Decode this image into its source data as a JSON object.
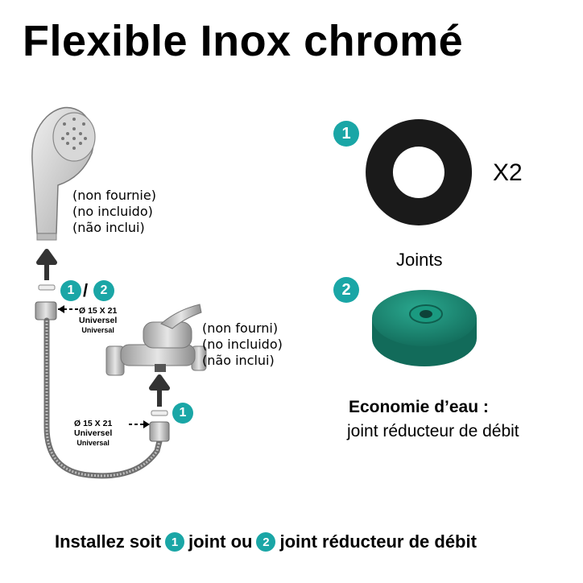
{
  "title": "Flexible Inox chromé",
  "shower_note": [
    "(non fournie)",
    "(no incluido)",
    "(não inclui)"
  ],
  "faucet_note": [
    "(non fourni)",
    "(no incluido)",
    "(não inclui)"
  ],
  "top_connector": {
    "dim": "Ø 15 X 21",
    "line1": "Universel",
    "line2": "Universal"
  },
  "bottom_connector": {
    "dim": "Ø 15 X 21",
    "line1": "Universel",
    "line2": "Universal"
  },
  "badges": {
    "one": "1",
    "two": "2",
    "slash": "/"
  },
  "seal_quantity": "X2",
  "joints_label": "Joints",
  "economy": {
    "title": "Economie d’eau :",
    "subtitle": "joint réducteur de débit"
  },
  "footer": {
    "part1": "Installez soit",
    "badge1": "1",
    "part2": "joint ou",
    "badge2": "2",
    "part3": "joint réducteur de débit"
  },
  "colors": {
    "accent": "#1aa6a6",
    "seal_black": "#1a1a1a",
    "reducer_green": "#1f8a76"
  }
}
